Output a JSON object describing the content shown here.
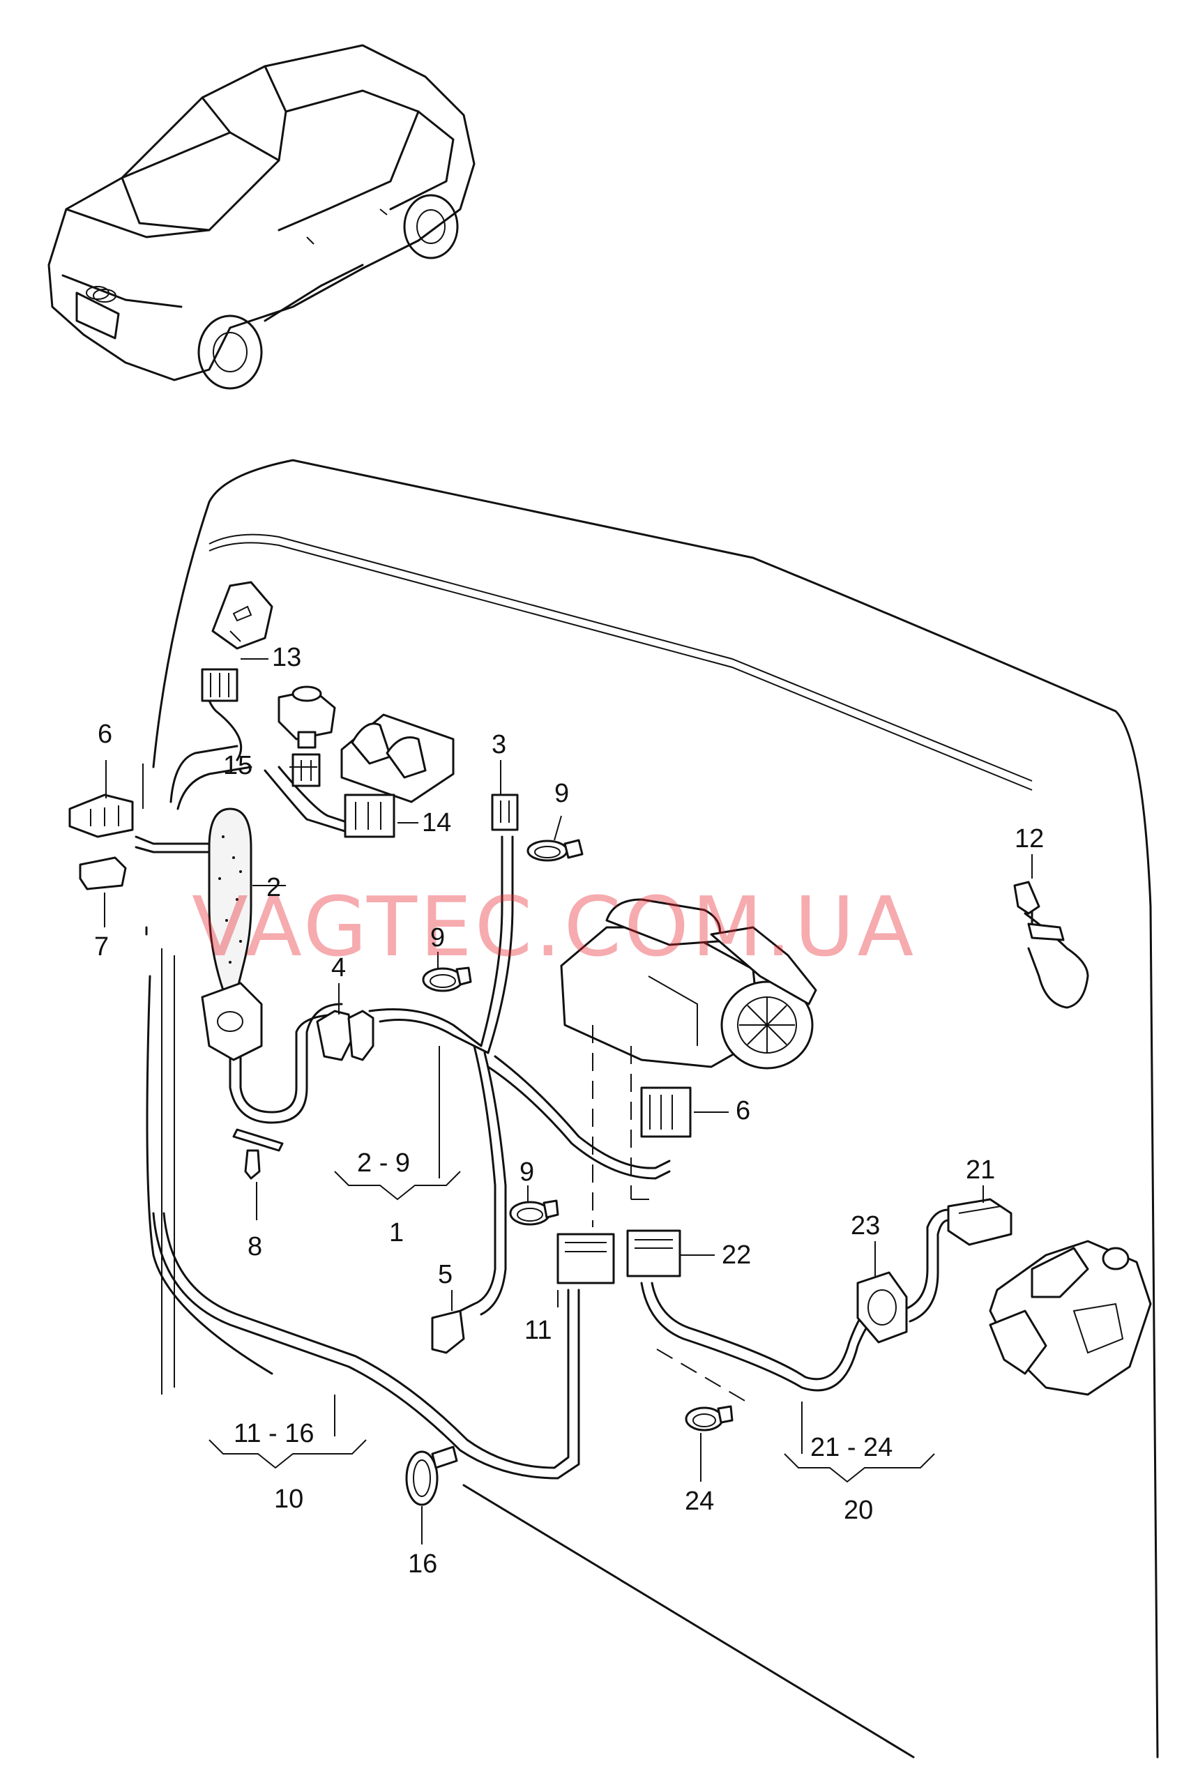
{
  "watermark": "VAGTEC.COM.UA",
  "callouts": {
    "c1": "1",
    "c2": "2",
    "c3": "3",
    "c4": "4",
    "c5": "5",
    "c6a": "6",
    "c6b": "6",
    "c7": "7",
    "c8": "8",
    "c9a": "9",
    "c9b": "9",
    "c9c": "9",
    "c10": "10",
    "c11": "11",
    "c12": "12",
    "c13": "13",
    "c14": "14",
    "c15": "15",
    "c16": "16",
    "c20": "20",
    "c21": "21",
    "c22": "22",
    "c23": "23",
    "c24": "24"
  },
  "groups": {
    "g1": "2 - 9",
    "g10": "11 - 16",
    "g20": "21 - 24"
  }
}
